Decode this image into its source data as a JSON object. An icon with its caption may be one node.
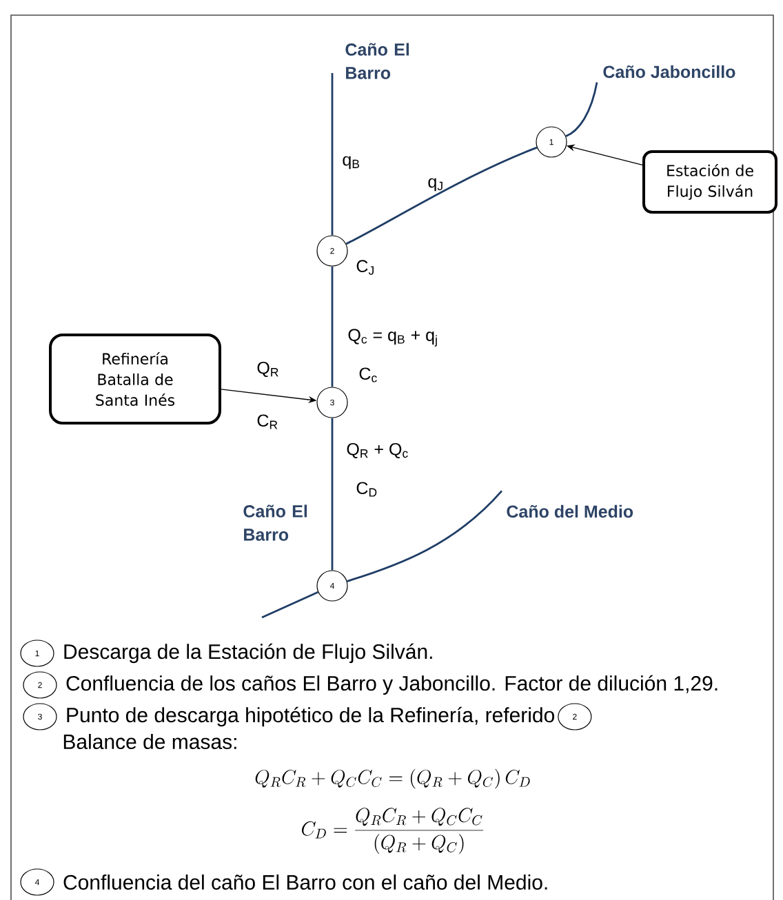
{
  "diagram": {
    "nodes": [
      {
        "text": [
          "1"
        ]
      },
      {
        "text": [
          "2"
        ]
      },
      {
        "text": [
          "3"
        ]
      },
      {
        "text": [
          "4"
        ]
      },
      {
        "text": [
          "Estación de Flujo Silván"
        ]
      },
      {
        "text": [
          "Refinería Batalla de Santa Inés"
        ]
      },
      {
        "text": [
          "1"
        ],
        "beside": [
          "Descarga de la Estación de Flujo Silván."
        ]
      },
      {
        "text": [
          "2"
        ],
        "beside": [
          "Confluencia de los caños El Barro y Jaboncillo. Factor de dilución 1,29."
        ]
      },
      {
        "text": [
          "3"
        ],
        "beside": [
          "Punto de descarga hipotético de la Refinería, referido"
        ]
      },
      {
        "text": [
          "2"
        ]
      },
      {
        "text": [
          "4"
        ],
        "beside": [
          "Confluencia del caño El Barro con el caño del Medio."
        ]
      },
      {
        "text": [
          "Caño El Barro"
        ]
      },
      {
        "text": [
          "Caño Jaboncillo"
        ]
      },
      {
        "text": [
          "Caño del Medio"
        ]
      }
    ],
    "edges": [
      {
        "from": 12,
        "to": 0,
        "arrow": "none"
      },
      {
        "from": 0,
        "to": 1,
        "arrow": "none"
      },
      {
        "from": 11,
        "to": 1,
        "arrow": "none"
      },
      {
        "from": 1,
        "to": 2,
        "arrow": "none"
      },
      {
        "from": 2,
        "to": 3,
        "arrow": "none"
      },
      {
        "from": 13,
        "to": 3,
        "arrow": "none"
      },
      {
        "from": 3,
        "to": null,
        "arrow": "none"
      },
      {
        "from": 4,
        "to": 0,
        "arrow": "to",
        "color": "#000000"
      },
      {
        "from": 5,
        "to": 2,
        "arrow": "to",
        "color": "#000000"
      }
    ],
    "labels": [
      "q$_{B}$",
      "q$_{J}$",
      "C$_{J}$",
      "Q$_{c}$ = q$_{B}$ + q$_{j}$",
      "Q$_{R}$",
      "C$_{c}$",
      "C$_{R}$",
      "Q$_{R}$ + Q$_{c}$",
      "C$_{D}$",
      "Caño El Barro",
      "Balance de masas:",
      "Q_R C_R + Q_C C_C = (Q_R + Q_C)\\, C_D",
      "C_D = \\frac{Q_R C_R + Q_C C_C}{(Q_R + Q_C)}"
    ]
  }
}
